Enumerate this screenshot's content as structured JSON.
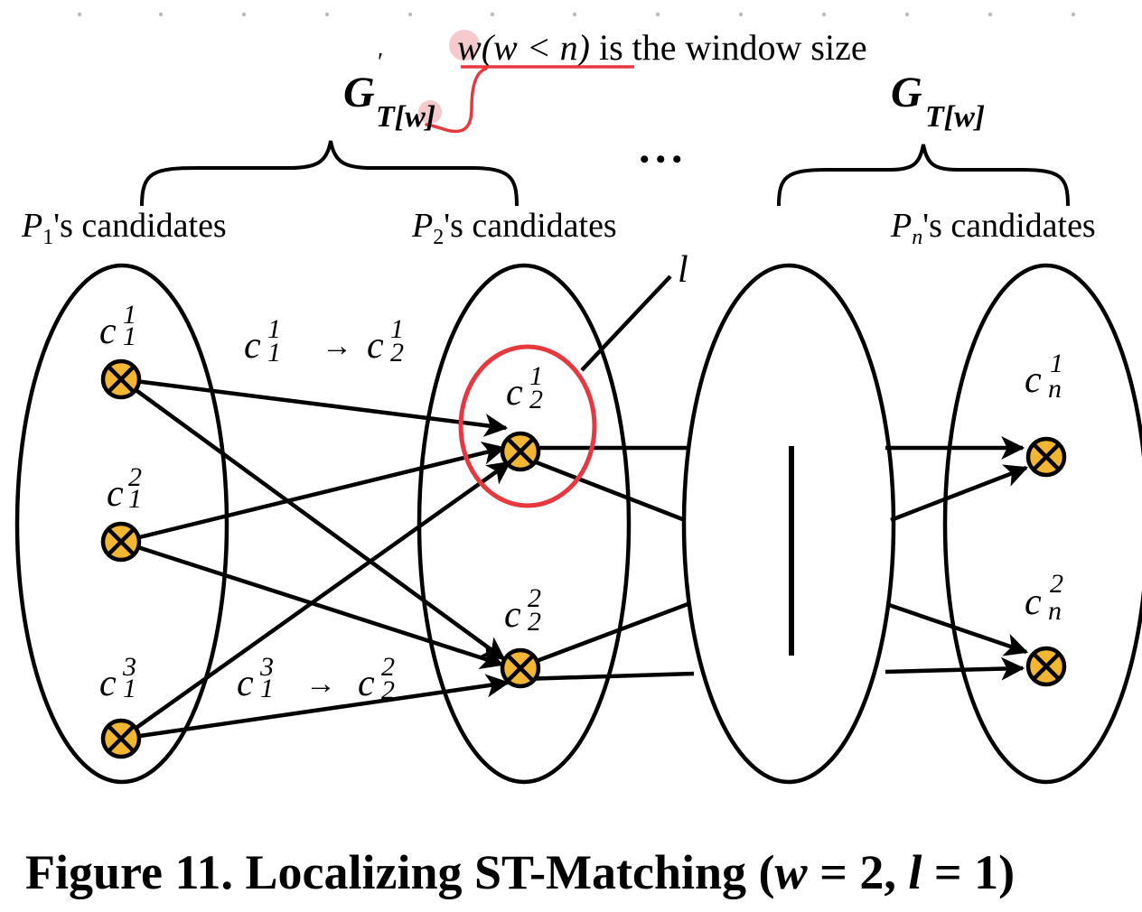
{
  "annotation": {
    "window_note_var": "w",
    "window_note_paren": "(w < n)",
    "window_note_rest": " is the window size",
    "subgraph_left_label": "G",
    "subgraph_left_prime": "′",
    "subgraph_left_subscript": "T[w]",
    "subgraph_right_label": "G",
    "subgraph_right_subscript": "T[w]",
    "ellipsis": "• • •",
    "edge_highlight_label": "l"
  },
  "groups": [
    {
      "prefix": "P",
      "sub": "1",
      "suffix": "'s candidates"
    },
    {
      "prefix": "P",
      "sub": "2",
      "suffix": "'s candidates"
    },
    {
      "prefix": "P",
      "sub": "n",
      "suffix": "'s candidates"
    }
  ],
  "candidates": {
    "p1": [
      {
        "base": "c",
        "sub": "1",
        "sup": "1"
      },
      {
        "base": "c",
        "sub": "1",
        "sup": "2"
      },
      {
        "base": "c",
        "sub": "1",
        "sup": "3"
      }
    ],
    "p2": [
      {
        "base": "c",
        "sub": "2",
        "sup": "1"
      },
      {
        "base": "c",
        "sub": "2",
        "sup": "2"
      }
    ],
    "pn": [
      {
        "base": "c",
        "sub": "n",
        "sup": "1"
      },
      {
        "base": "c",
        "sub": "n",
        "sup": "2"
      }
    ]
  },
  "edge_labels": {
    "top": {
      "from_sub": "1",
      "from_sup": "1",
      "arrow": "→",
      "to_sub": "2",
      "to_sup": "1"
    },
    "bottom": {
      "from_sub": "1",
      "from_sup": "3",
      "arrow": "→",
      "to_sub": "2",
      "to_sup": "2"
    }
  },
  "caption": {
    "main": "Figure 11. Localizing ST-Matching (",
    "w": "w",
    "eq1": " = 2, ",
    "l": "l",
    "eq2": " = 1)"
  },
  "colors": {
    "node_fill": "#f2b632",
    "stroke": "#000000",
    "highlight": "#e8383f",
    "highlight_dot": "#f6c9cd"
  }
}
